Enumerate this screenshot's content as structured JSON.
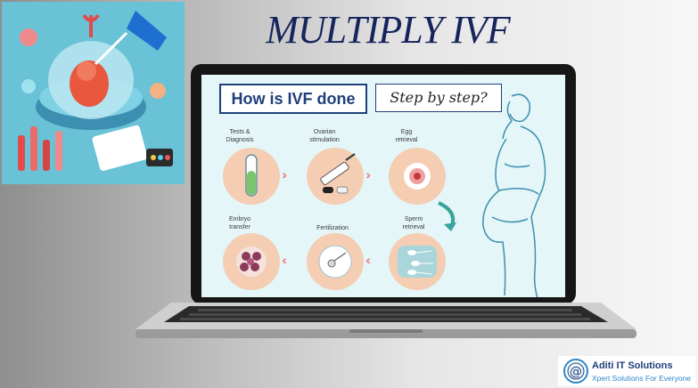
{
  "header": {
    "title": "MULTIPLY IVF"
  },
  "screen": {
    "heading": "How is IVF done",
    "subheading": "Step by step?",
    "steps": [
      {
        "label": "Tests &\nDiagnosis"
      },
      {
        "label": "Ovarian\nstimulation"
      },
      {
        "label": "Egg\nretrieval"
      },
      {
        "label": "Sperm\nretrieval"
      },
      {
        "label": "Fertilization"
      },
      {
        "label": "Embryo\ntransfer"
      }
    ]
  },
  "logo": {
    "name": "Aditi IT Solutions",
    "tagline": "Xpert Solutions For Everyone"
  },
  "icons": [
    "test-tube-icon",
    "syringe-icon",
    "egg-icon",
    "sperm-icon",
    "fertilization-icon",
    "embryo-icon",
    "pregnant-woman-icon",
    "at-sign-icon"
  ],
  "colors": {
    "title": "#16245c",
    "accent": "#2e87c9",
    "circle": "#f4cdb3",
    "arrow": "#f08a8a",
    "curve-arrow": "#3aa39b"
  }
}
